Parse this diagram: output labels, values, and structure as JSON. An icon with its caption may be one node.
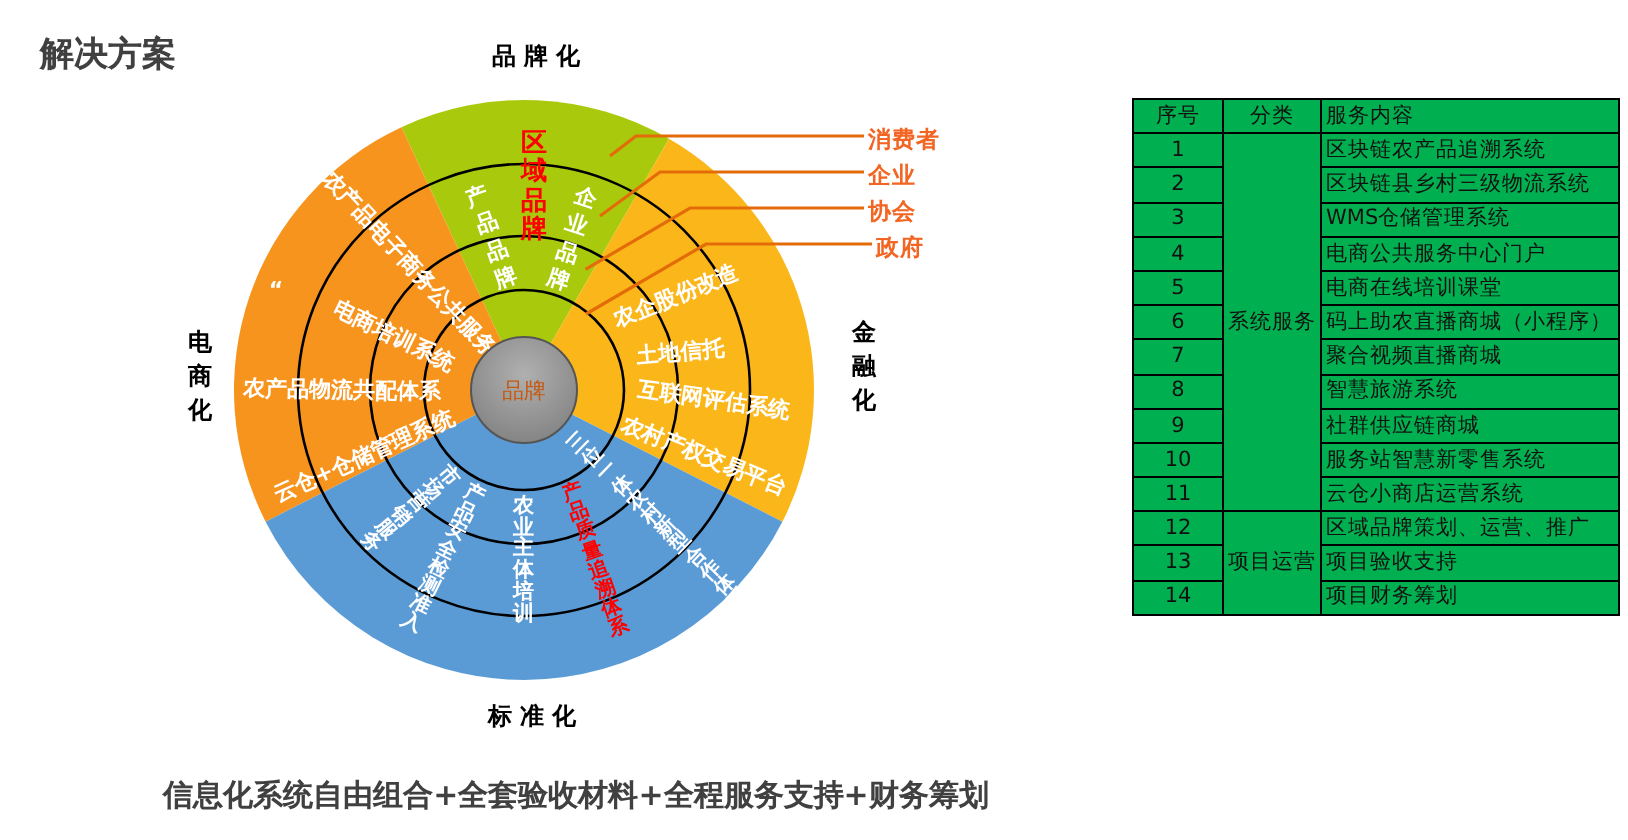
{
  "diagram": {
    "title": "解决方案",
    "caption": "信息化系统自由组合+全套验收材料+全程服务支持+财务筹划",
    "nodes": [
      {
        "text": [
          "品牌化",
          "产品品牌",
          "区域品牌",
          "企业品牌"
        ]
      },
      {
        "text": [
          "电商化",
          "农产品电子商务公共服务",
          "“",
          "电商培训系统",
          "农产品物流共配体系",
          "云仓+仓储管理系统"
        ]
      },
      {
        "text": [
          "金融化",
          "农企股份改造",
          "土地信托",
          "互联网评估系统",
          "农村产权交易平台"
        ]
      },
      {
        "text": [
          "市场营销服务",
          "产品安全检测准入",
          "农业主体培训",
          "产品质量追溯体系",
          "三位一体农村新型合作体系",
          "标准化"
        ]
      },
      {
        "text": [
          "品牌"
        ]
      },
      {
        "text": [
          "消费者"
        ]
      },
      {
        "text": [
          "企业"
        ]
      },
      {
        "text": [
          "协会"
        ]
      },
      {
        "text": [
          "政府"
        ]
      }
    ],
    "edges": [
      {
        "from": 5,
        "to": 0,
        "arrow": "none"
      },
      {
        "from": 6,
        "to": 0,
        "arrow": "none"
      },
      {
        "from": 7,
        "to": 0,
        "arrow": "none"
      },
      {
        "from": 8,
        "to": 2,
        "arrow": "none"
      }
    ],
    "labels": [
      "序号",
      "分类",
      "服务内容",
      "1",
      "系统服务",
      "区块链农产品追溯系统",
      "2",
      "区块链县乡村三级物流系统",
      "3",
      "WMS仓储管理系统",
      "4",
      "电商公共服务中心门户",
      "5",
      "电商在线培训课堂",
      "6",
      "码上助农直播商城（小程序）",
      "7",
      "聚合视频直播商城",
      "8",
      "智慧旅游系统",
      "9",
      "社群供应链商城",
      "10",
      "服务站智慧新零售系统",
      "11",
      "云仓小商店运营系统",
      "12",
      "项目运营",
      "区域品牌策划、运营、推广",
      "13",
      "项目验收支持",
      "14",
      "项目财务筹划"
    ]
  }
}
